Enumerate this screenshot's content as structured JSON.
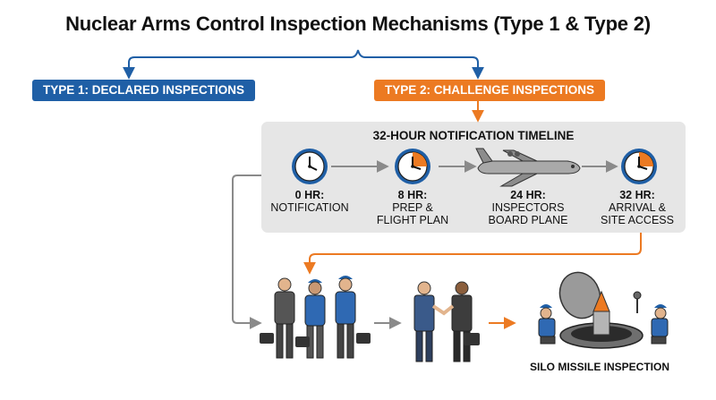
{
  "title": "Nuclear Arms Control Inspection Mechanisms (Type 1 & Type 2)",
  "type1": {
    "label": "TYPE 1: DECLARED INSPECTIONS",
    "color": "#1f5fa6"
  },
  "type2": {
    "label": "TYPE 2: CHALLENGE INSPECTIONS",
    "color": "#ec7a22"
  },
  "timeline": {
    "title": "32-HOUR NOTIFICATION TIMELINE",
    "stages": [
      {
        "hour": "0 HR:",
        "desc_line1": "NOTIFICATION",
        "desc_line2": "",
        "icon": "clock-icon",
        "elapsed_fraction": 0
      },
      {
        "hour": "8 HR:",
        "desc_line1": "PREP &",
        "desc_line2": "FLIGHT PLAN",
        "icon": "clock-icon",
        "elapsed_fraction": 0.25
      },
      {
        "hour": "24 HR:",
        "desc_line1": "INSPECTORS",
        "desc_line2": "BOARD PLANE",
        "icon": "airplane-icon"
      },
      {
        "hour": "32 HR:",
        "desc_line1": "ARRIVAL &",
        "desc_line2": "SITE ACCESS",
        "icon": "clock-icon",
        "elapsed_fraction": 0.25
      }
    ]
  },
  "bottom": {
    "groups": [
      {
        "name": "inspector-team",
        "icon": "inspector-team-icon"
      },
      {
        "name": "handshake",
        "icon": "handshake-icon"
      },
      {
        "name": "silo-inspection",
        "icon": "missile-silo-icon"
      }
    ],
    "caption": "SILO MISSILE INSPECTION"
  }
}
